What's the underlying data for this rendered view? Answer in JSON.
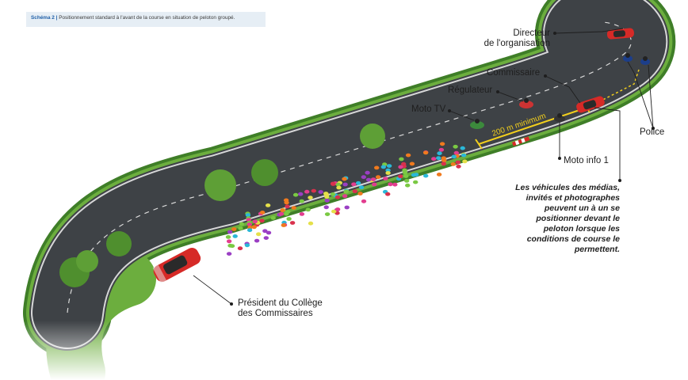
{
  "caption": {
    "prefix": "Schéma 2 |",
    "text": "Positionnement standard à l'avant de la course en situation de peloton groupé."
  },
  "labels": {
    "directeur": [
      "Directeur",
      "de l'organisation"
    ],
    "commissaire": "Commissaire",
    "regulateur": "Régulateur",
    "moto_tv": "Moto TV",
    "police": "Police",
    "moto_info": "Moto info 1",
    "distance": "200 m minimum",
    "president": [
      "Président du Collège",
      "des Commissaires"
    ]
  },
  "note": [
    "Les véhicules des médias,",
    "invités et photographes",
    "peuvent un à un se",
    "positionner devant le",
    "peloton lorsque les",
    "conditions de course le",
    "permettent."
  ],
  "colors": {
    "road": "#3e4246",
    "grass": "#6cae3e",
    "grass_dark": "#3f7e28",
    "car": "#d62a27",
    "accent_line": "#f2cf1c",
    "caption_bg": "#e6eef5",
    "caption_prefix": "#1f5fa8"
  }
}
